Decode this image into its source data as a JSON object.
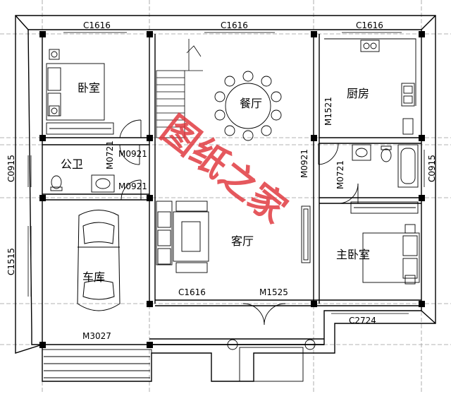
{
  "rooms": {
    "bedroom": "卧室",
    "dining": "餐厅",
    "kitchen": "厨房",
    "bathroom": "公卫",
    "living": "客厅",
    "master_bedroom": "主卧室",
    "garage": "车库"
  },
  "window_labels": {
    "top_left": "C1616",
    "top_mid": "C1616",
    "top_right": "C1616",
    "left_bath": "C0915",
    "left_garage": "C1515",
    "right_bath": "C0915",
    "living_window": "C1616",
    "master_window": "C2724"
  },
  "door_labels": {
    "m0921_a": "M0921",
    "m0921_b": "M0921",
    "m0921_c": "M0921",
    "m0721_a": "M0721",
    "m0721_b": "M0721",
    "m1521": "M1521",
    "m1525": "M1525",
    "m3027": "M3027"
  },
  "watermark": "图纸之家",
  "colors": {
    "line": "#000000",
    "grid": "#9a9a9a",
    "watermark": "#e0343a"
  }
}
